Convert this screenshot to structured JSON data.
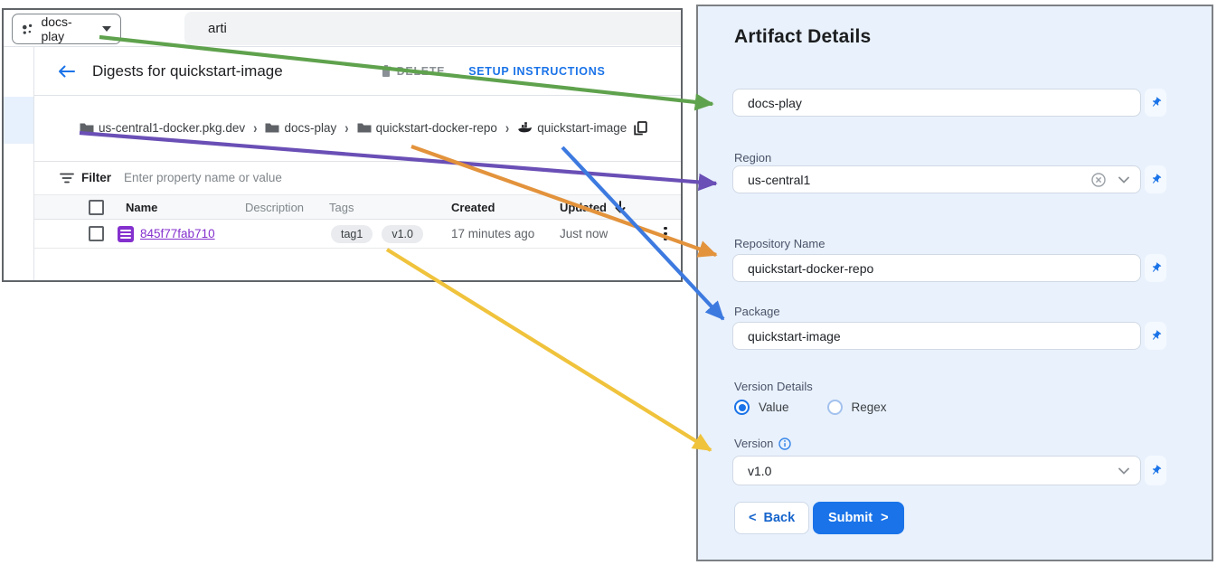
{
  "console": {
    "project_selector": {
      "label": "docs-play"
    },
    "search": {
      "value": "arti"
    },
    "header": {
      "title": "Digests for quickstart-image",
      "delete_label": "DELETE",
      "setup_label": "SETUP INSTRUCTIONS"
    },
    "breadcrumb": {
      "separator": "›",
      "items": [
        {
          "label": "us-central1-docker.pkg.dev"
        },
        {
          "label": "docs-play"
        },
        {
          "label": "quickstart-docker-repo"
        },
        {
          "label": "quickstart-image"
        }
      ]
    },
    "filter": {
      "label": "Filter",
      "placeholder": "Enter property name or value"
    },
    "table": {
      "columns": [
        "Name",
        "Description",
        "Tags",
        "Created",
        "Updated"
      ],
      "row": {
        "name": "845f77fab710",
        "tags": [
          "tag1",
          "v1.0"
        ],
        "created": "17 minutes ago",
        "updated": "Just now"
      }
    }
  },
  "panel": {
    "title": "Artifact Details",
    "project_field": {
      "value": "docs-play"
    },
    "region_field": {
      "label": "Region",
      "value": "us-central1"
    },
    "repository_field": {
      "label": "Repository Name",
      "value": "quickstart-docker-repo"
    },
    "package_field": {
      "label": "Package",
      "value": "quickstart-image"
    },
    "version_details": {
      "label": "Version Details",
      "options": [
        "Value",
        "Regex"
      ],
      "selected": "Value"
    },
    "version_field": {
      "label": "Version",
      "value": "v1.0"
    },
    "buttons": {
      "back": "Back",
      "submit": "Submit",
      "back_chevron": "<",
      "submit_chevron": ">"
    }
  },
  "accent": {
    "blue": "#1a73e8",
    "link_purple": "#8430ce"
  },
  "arrows": [
    {
      "name": "project-to-project-field",
      "color": "#5fa24d"
    },
    {
      "name": "registry-host-to-region-field",
      "color": "#6a4fb6"
    },
    {
      "name": "repo-to-repository-field",
      "color": "#e3933c"
    },
    {
      "name": "image-to-package-field",
      "color": "#3d7ae0"
    },
    {
      "name": "tag-to-version-field",
      "color": "#f0c33c"
    }
  ]
}
